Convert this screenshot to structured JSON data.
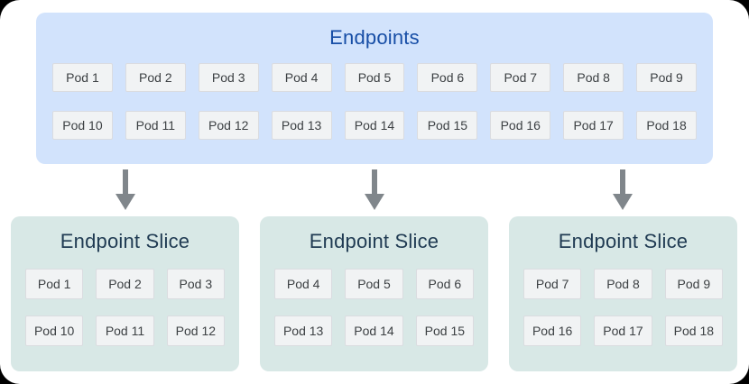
{
  "colors": {
    "endpoints_bg": "#d2e3fc",
    "endpoints_title": "#174ea6",
    "slice_bg": "#d8e8e6",
    "slice_title": "#1f3a52",
    "pod_bg": "#f1f3f4",
    "pod_border": "#dadce0",
    "pod_text": "#3c4043",
    "arrow": "#80868b"
  },
  "endpoints": {
    "title": "Endpoints",
    "pods": [
      "Pod 1",
      "Pod 2",
      "Pod 3",
      "Pod 4",
      "Pod 5",
      "Pod 6",
      "Pod 7",
      "Pod 8",
      "Pod 9",
      "Pod 10",
      "Pod 11",
      "Pod 12",
      "Pod 13",
      "Pod 14",
      "Pod 15",
      "Pod 16",
      "Pod 17",
      "Pod 18"
    ]
  },
  "slices": [
    {
      "title": "Endpoint Slice",
      "pods": [
        "Pod 1",
        "Pod 2",
        "Pod 3",
        "Pod 10",
        "Pod 11",
        "Pod 12"
      ]
    },
    {
      "title": "Endpoint Slice",
      "pods": [
        "Pod 4",
        "Pod 5",
        "Pod 6",
        "Pod 13",
        "Pod 14",
        "Pod 15"
      ]
    },
    {
      "title": "Endpoint Slice",
      "pods": [
        "Pod 7",
        "Pod 8",
        "Pod 9",
        "Pod 16",
        "Pod 17",
        "Pod 18"
      ]
    }
  ]
}
